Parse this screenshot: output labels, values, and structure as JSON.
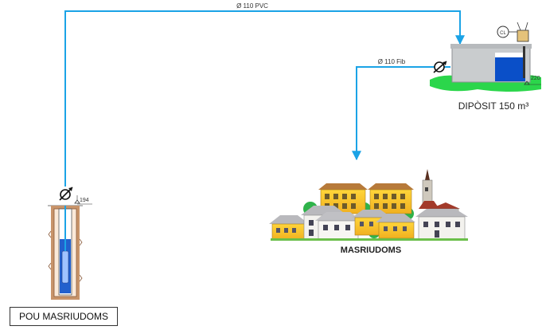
{
  "pipes": {
    "pvc_label": "Ø 110 PVC",
    "fib_label": "Ø 110 Fib"
  },
  "tank": {
    "label": "DIPÒSIT 150 m³",
    "elevation": "220"
  },
  "well": {
    "label": "POU MASRIUDOMS",
    "elevation": "194"
  },
  "village": {
    "label": "MASRIUDOMS"
  },
  "colors": {
    "pipe": "#1ba3e6",
    "water": "#0a4fc8",
    "ground": "#2bd64b",
    "tank_body": "#c9ccce",
    "soil": "#c8946a"
  }
}
